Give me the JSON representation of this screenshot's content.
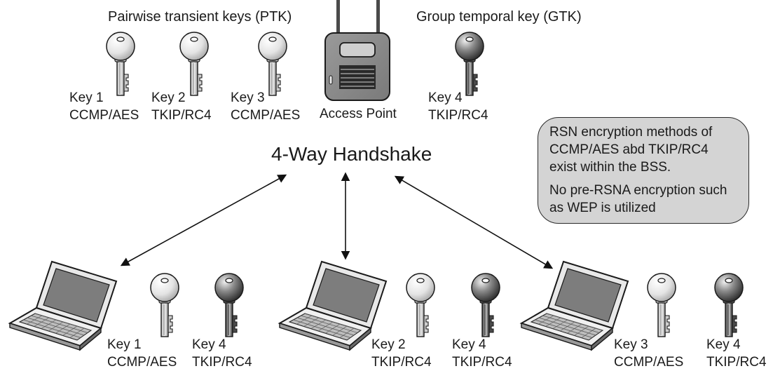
{
  "headers": {
    "ptk": "Pairwise transient keys (PTK)",
    "gtk": "Group temporal key (GTK)"
  },
  "title": "4-Way Handshake",
  "access_point": {
    "label": "Access Point"
  },
  "ap_keys": [
    {
      "name": "Key 1",
      "cipher": "CCMP/AES",
      "shade": "light"
    },
    {
      "name": "Key 2",
      "cipher": "TKIP/RC4",
      "shade": "light"
    },
    {
      "name": "Key 3",
      "cipher": "CCMP/AES",
      "shade": "light"
    },
    {
      "name": "Key 4",
      "cipher": "TKIP/RC4",
      "shade": "dark"
    }
  ],
  "clients": [
    {
      "keys": [
        {
          "name": "Key 1",
          "cipher": "CCMP/AES",
          "shade": "light"
        },
        {
          "name": "Key 4",
          "cipher": "TKIP/RC4",
          "shade": "dark"
        }
      ]
    },
    {
      "keys": [
        {
          "name": "Key 2",
          "cipher": "TKIP/RC4",
          "shade": "light"
        },
        {
          "name": "Key 4",
          "cipher": "TKIP/RC4",
          "shade": "dark"
        }
      ]
    },
    {
      "keys": [
        {
          "name": "Key 3",
          "cipher": "CCMP/AES",
          "shade": "light"
        },
        {
          "name": "Key 4",
          "cipher": "TKIP/RC4",
          "shade": "dark"
        }
      ]
    }
  ],
  "note": {
    "line1": "RSN encryption methods of CCMP/AES abd TKIP/RC4 exist within the BSS.",
    "line2": "No pre-RSNA encryption such as WEP is utilized"
  },
  "colors": {
    "box_fill": "#d4d4d4",
    "key_light": "#e6e6e6",
    "key_dark": "#6a6a6a",
    "outline": "#1a1a1a"
  }
}
